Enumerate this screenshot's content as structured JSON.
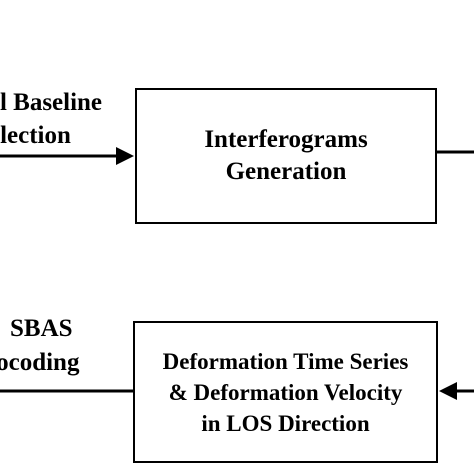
{
  "diagram": {
    "top_left_label": {
      "line1": "ll Baseline",
      "line2": "election"
    },
    "interferograms_box": {
      "line1": "Interferograms",
      "line2": "Generation"
    },
    "bottom_left_label": {
      "line1": "SBAS",
      "line2": "eocoding"
    },
    "deformation_box": {
      "line1": "Deformation Time Series",
      "line2": "& Deformation Velocity",
      "line3": "in LOS Direction"
    },
    "colors": {
      "stroke": "#000000",
      "background": "#ffffff"
    }
  }
}
